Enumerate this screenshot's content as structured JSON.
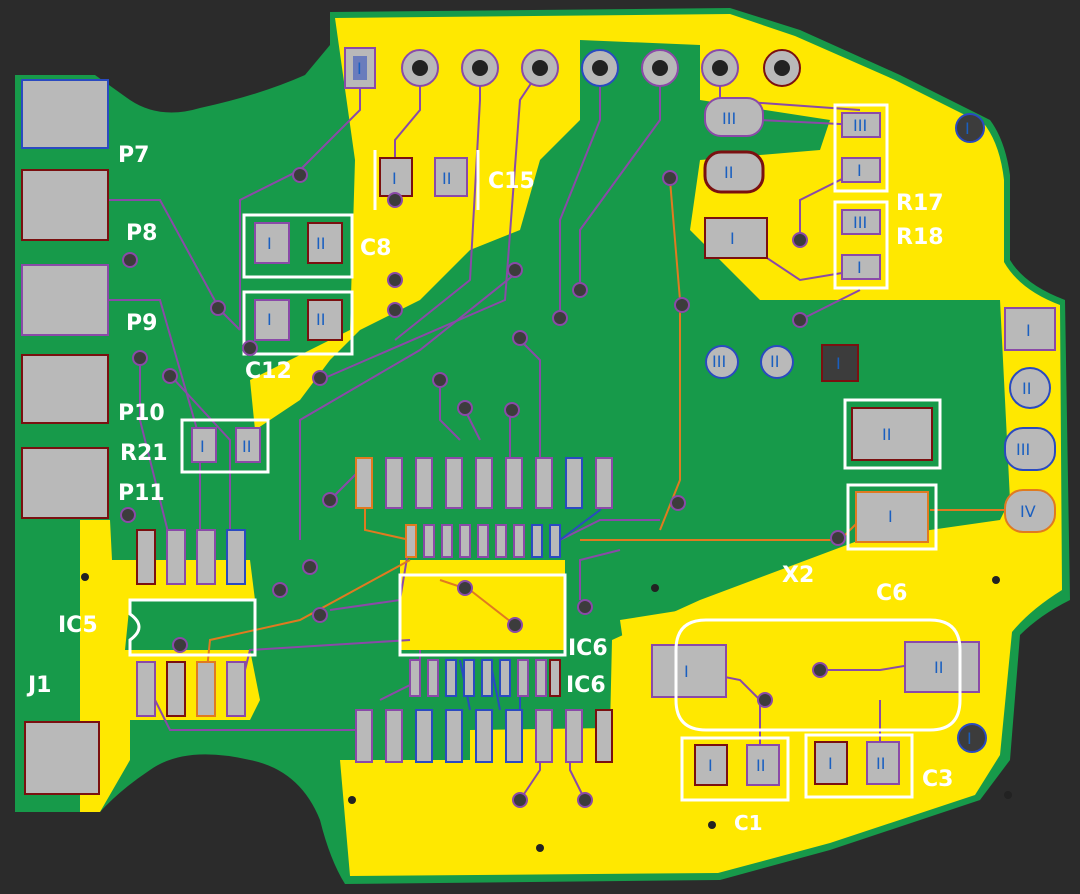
{
  "image": {
    "subject": "pcb-board-photo",
    "colors": {
      "background": "#2b2b2b",
      "board": "#179a4a",
      "copper_pour": "#ffe800",
      "pad": "#b9b9b9",
      "via": "#3c3c3c",
      "trace_purple": "#8a4aa8",
      "trace_orange": "#e07a20",
      "outline_red": "#7a1010",
      "outline_blue": "#2a4ac0",
      "silkscreen": "#ffffff"
    }
  },
  "labels": {
    "P7": "P7",
    "P8": "P8",
    "P9": "P9",
    "P10": "P10",
    "P11": "P11",
    "R21": "R21",
    "C15": "C15",
    "C8": "C8",
    "C12": "C12",
    "R17": "R17",
    "R18": "R18",
    "IC5": "IC5",
    "J1": "J1",
    "IC6a": "IC6",
    "IC6b": "IC6",
    "X2": "X2",
    "C6": "C6",
    "C1": "C1",
    "C3": "C3"
  },
  "pins": {
    "i": "I",
    "ii": "II",
    "iii": "III",
    "iv": "IV"
  }
}
